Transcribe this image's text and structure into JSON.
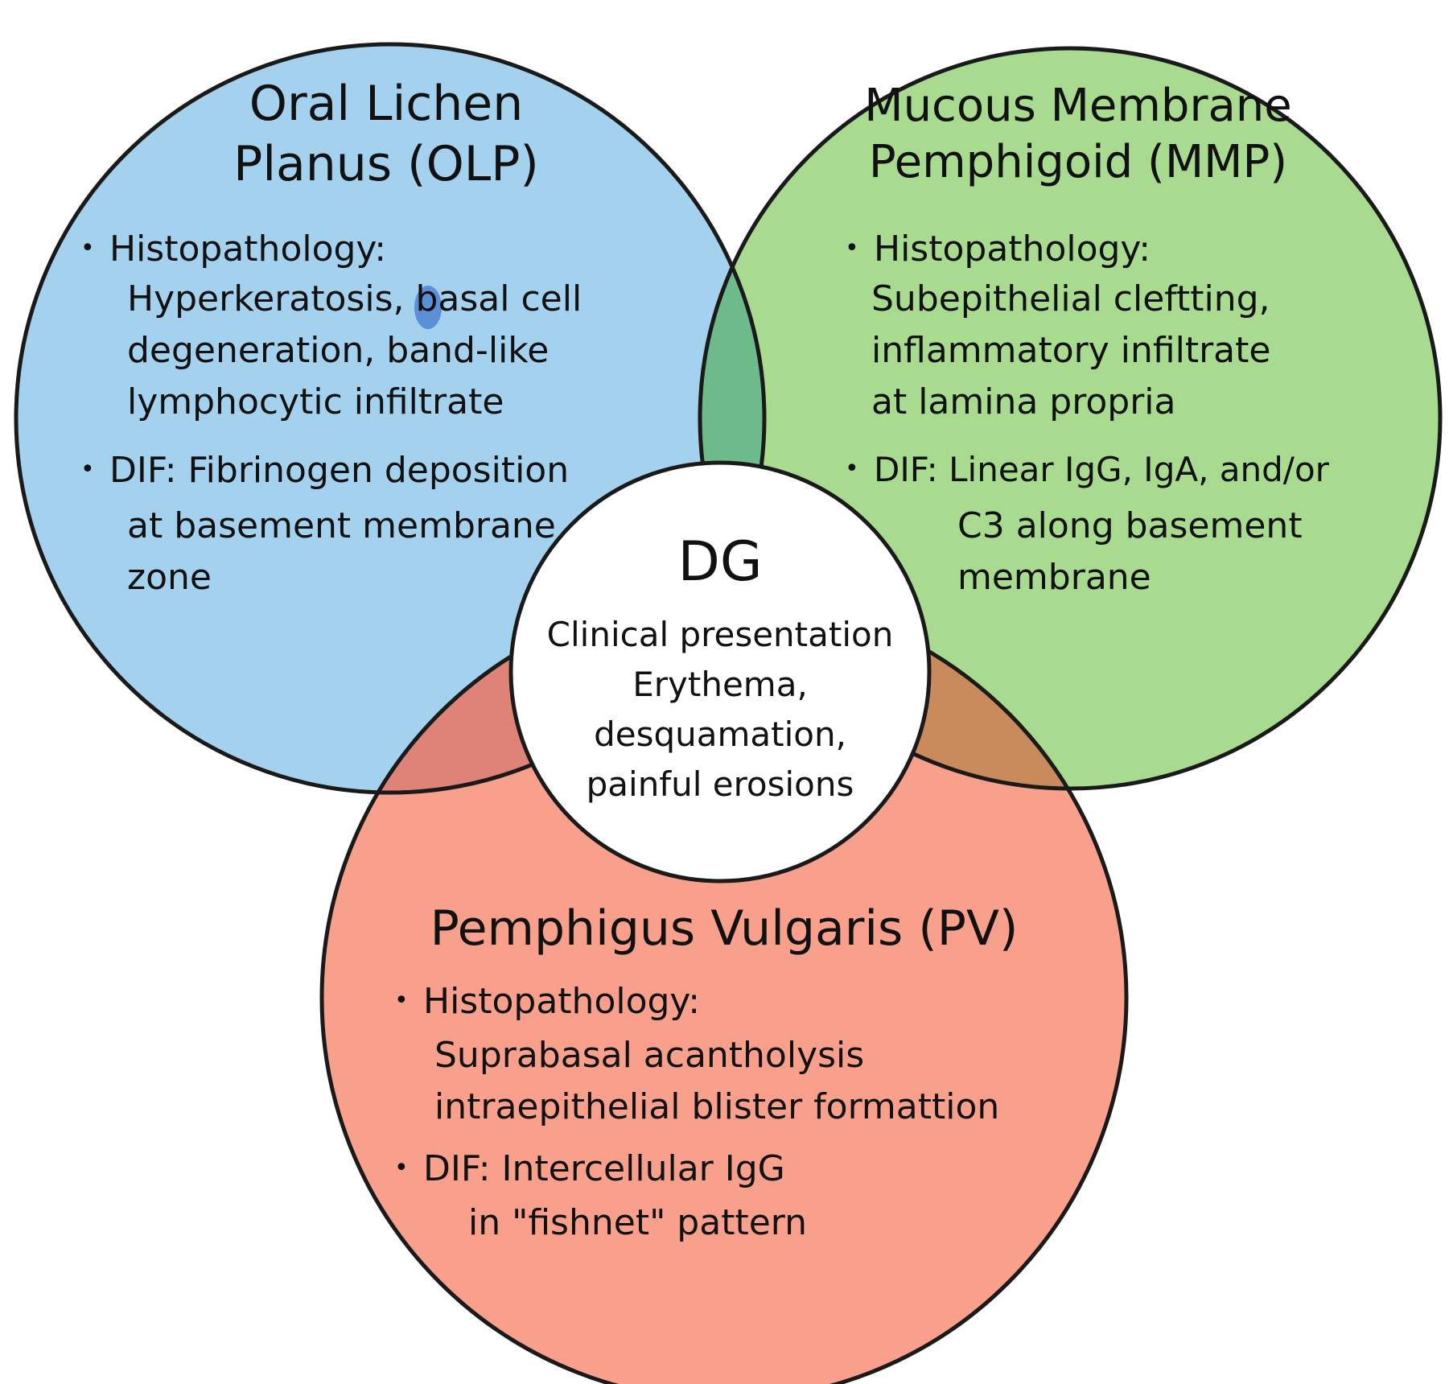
{
  "colors": {
    "olp_fill": "#a3d1ee",
    "mmp_fill": "#a8da8f",
    "pv_fill": "#f8a08c",
    "olp_mmp_overlap": "#6dba8a",
    "olp_pv_overlap": "#df8278",
    "mmp_pv_overlap": "#c98a5c",
    "center_fill": "#ffffff",
    "outline": "#1a1a1a",
    "marker": "#5b8fd6"
  },
  "olp": {
    "title": "Oral Lichen\nPlanus (OLP)",
    "title_line1": "Oral Lichen",
    "title_line2": "Planus (OLP)",
    "histo_label": "Histopathology:",
    "histo_text": "Hyperkeratosis, basal cell\ndegeneration, band-like\nlymphocytic infiltrate",
    "dif_label": "DIF: Fibrinogen deposition",
    "dif_text": "at basement membrane\nzone"
  },
  "mmp": {
    "title_line1": "Mucous Membrane",
    "title_line2": "Pemphigoid (MMP)",
    "histo_label": "Histopathology:",
    "histo_text": "Subepithelial cleftting,\ninflammatory infiltrate\nat lamina propria",
    "dif_label": "DIF: Linear IgG, IgA, and/or",
    "dif_text": "C3 along basement\nmembrane"
  },
  "center": {
    "title": "DG",
    "text": "Clinical presentation\nErythema,\ndesquamation,\npainful erosions"
  },
  "pv": {
    "title": "Pemphigus Vulgaris (PV)",
    "histo_label": "Histopathology:",
    "histo_text": "Suprabasal acantholysis\nintraepithelial blister formattion",
    "dif_label": "DIF: Intercellular IgG",
    "dif_text": "in \"fishnet\" pattern"
  },
  "bullet_glyph": "•"
}
